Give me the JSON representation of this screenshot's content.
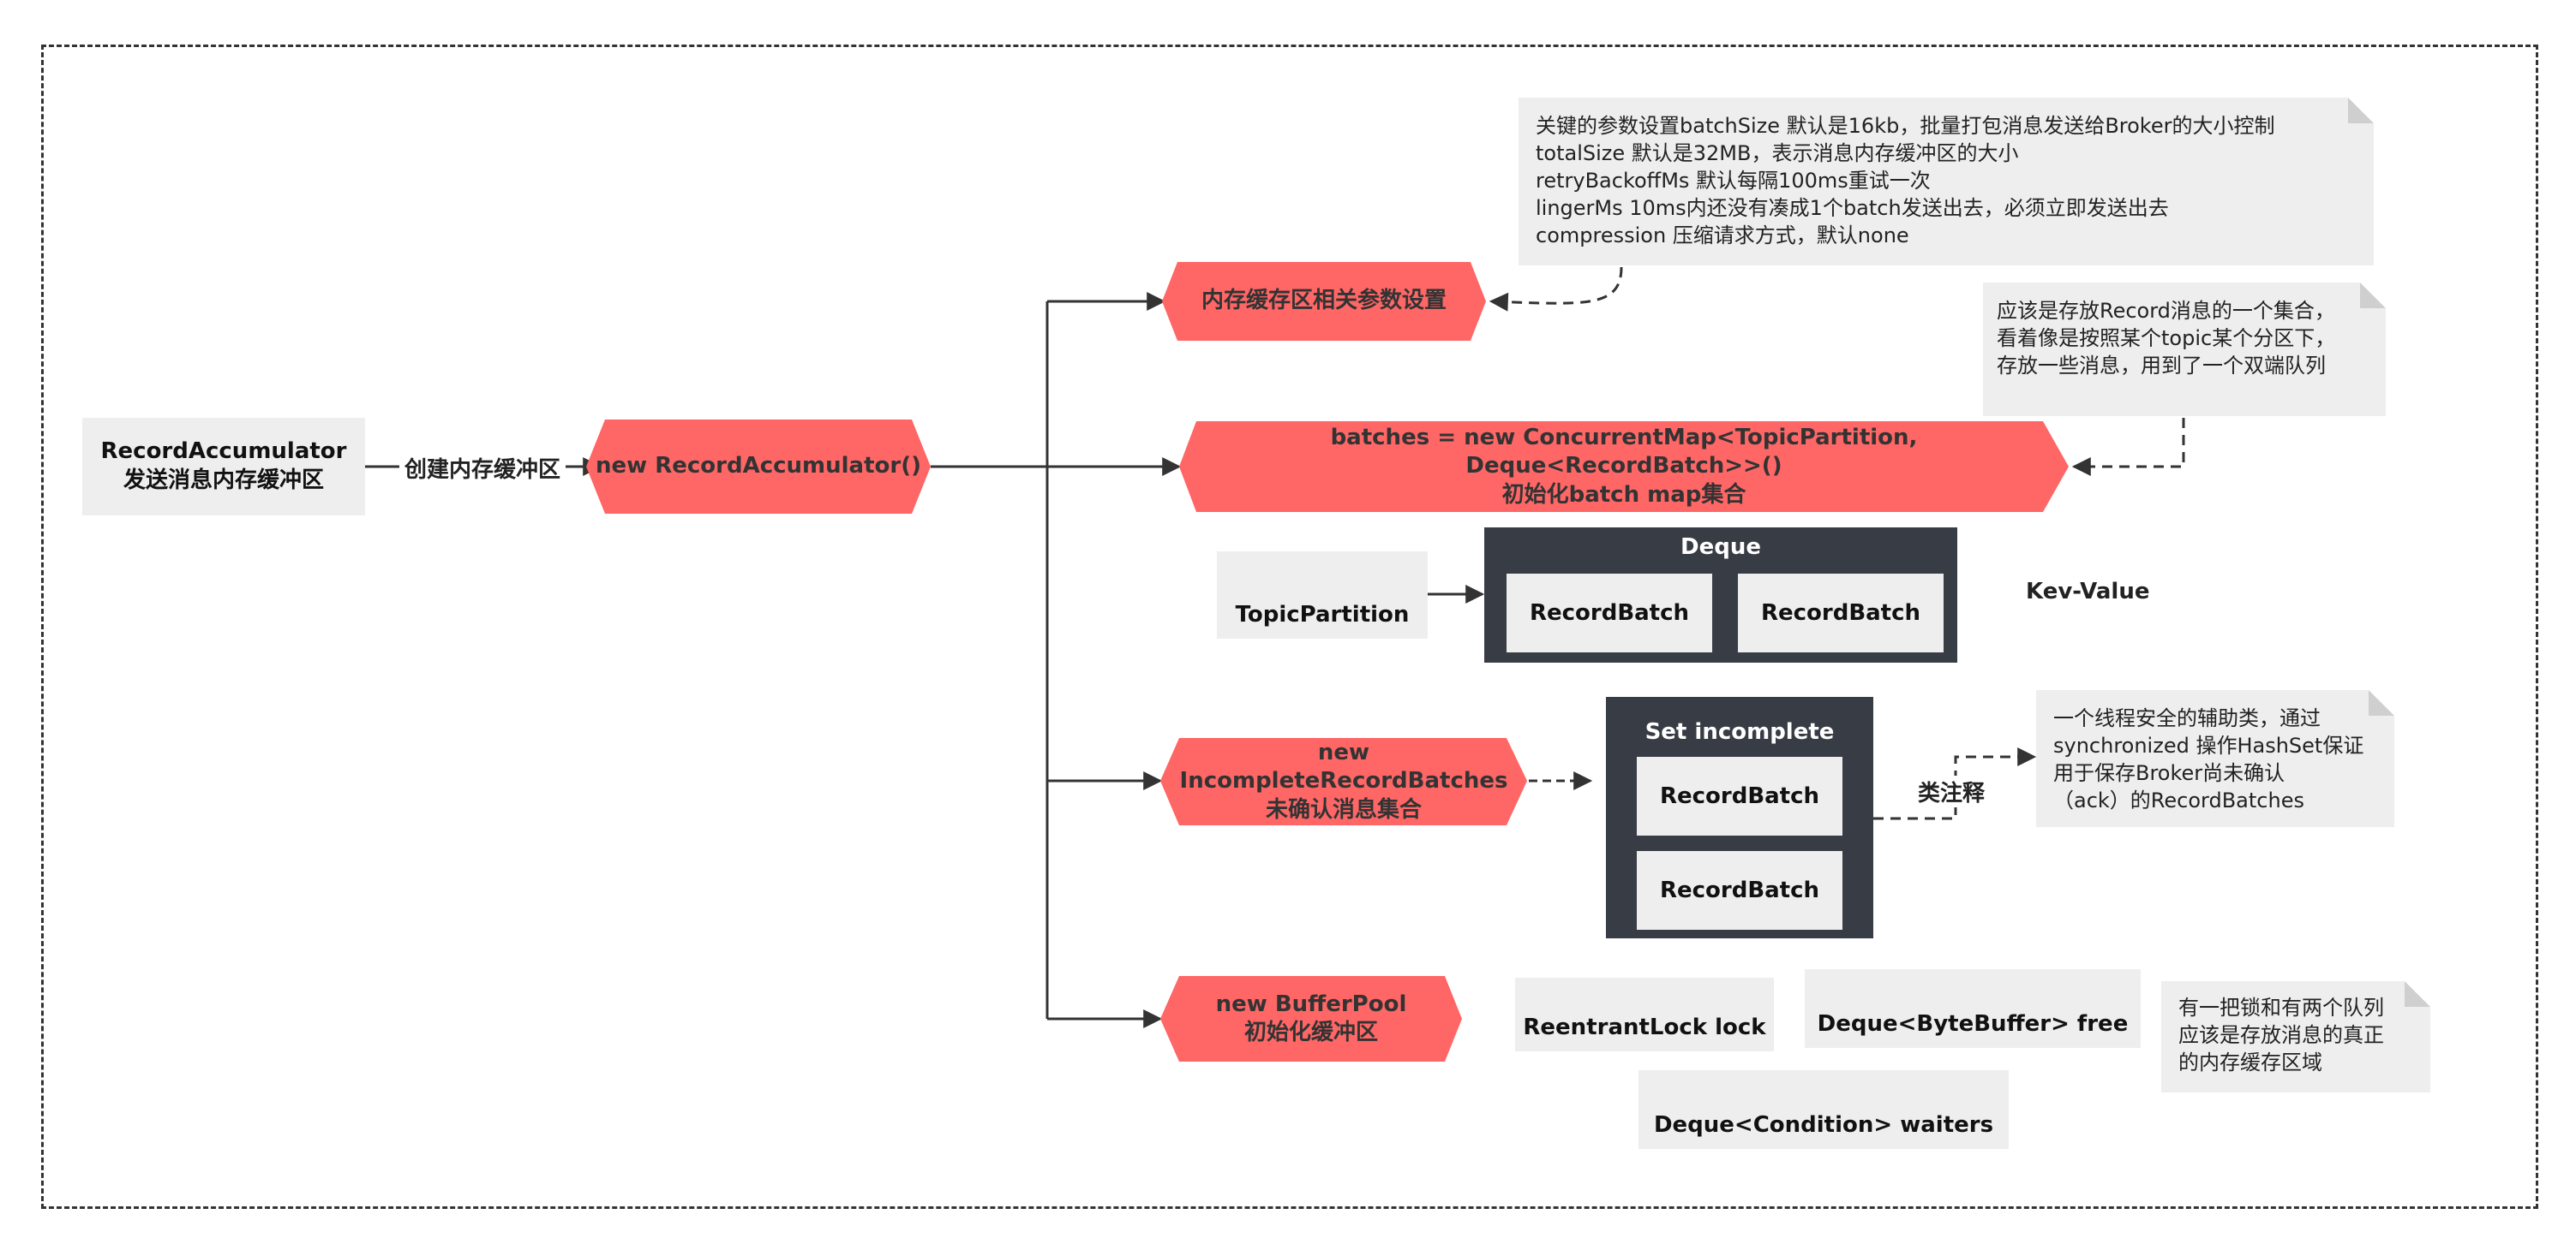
{
  "diagram": {
    "nodes": {
      "accumulator": {
        "line1": "RecordAccumulator",
        "line2": "发送消息内存缓冲区"
      },
      "new_accumulator": {
        "text": "new RecordAccumulator()"
      },
      "mem_params": {
        "text": "内存缓存区相关参数设置"
      },
      "batches": {
        "line1": "batches = new ConcurrentMap<TopicPartition, Deque<RecordBatch>>()",
        "line2": "初始化batch map集合"
      },
      "topic_partition": {
        "text": "TopicPartition"
      },
      "deque": {
        "title": "Deque",
        "item1": "RecordBatch",
        "item2": "RecordBatch"
      },
      "kv": {
        "text": "Kev-Value"
      },
      "incomplete": {
        "line1": "new",
        "line2": "IncompleteRecordBatches",
        "line3": "未确认消息集合"
      },
      "set_incomplete": {
        "title": "Set incomplete",
        "item1": "RecordBatch",
        "item2": "RecordBatch"
      },
      "buffer_pool": {
        "line1": "new BufferPool",
        "line2": "初始化缓冲区"
      },
      "lock": {
        "text": "ReentrantLock lock"
      },
      "free": {
        "text": "Deque<ByteBuffer> free"
      },
      "waiters": {
        "text": "Deque<Condition> waiters"
      }
    },
    "edges": {
      "create_buffer": "创建内存缓冲区",
      "class_comment": "类注释"
    },
    "notes": {
      "params": [
        "关键的参数设置batchSize  默认是16kb，批量打包消息发送给Broker的大小控制",
        "totalSize 默认是32MB，表示消息内存缓冲区的大小",
        "retryBackoffMs  默认每隔100ms重试一次",
        "lingerMs 10ms内还没有凑成1个batch发送出去，必须立即发送出去",
        "compression 压缩请求方式，默认none"
      ],
      "batches": [
        "应该是存放Record消息的一个集合，",
        "看着像是按照某个topic某个分区下，",
        "存放一些消息，用到了一个双端队列"
      ],
      "incomplete": [
        "一个线程安全的辅助类，通过",
        "synchronized 操作HashSet保证",
        "用于保存Broker尚未确认",
        "（ack）的RecordBatches"
      ],
      "buffer_pool": [
        "有一把锁和有两个队列",
        "应该是存放消息的真正",
        "的内存缓存区域"
      ]
    },
    "colors": {
      "hexagon_fill": "#ff6666",
      "dark_box": "#383c45",
      "gray_box": "#eeeeee",
      "line": "#333333"
    }
  }
}
